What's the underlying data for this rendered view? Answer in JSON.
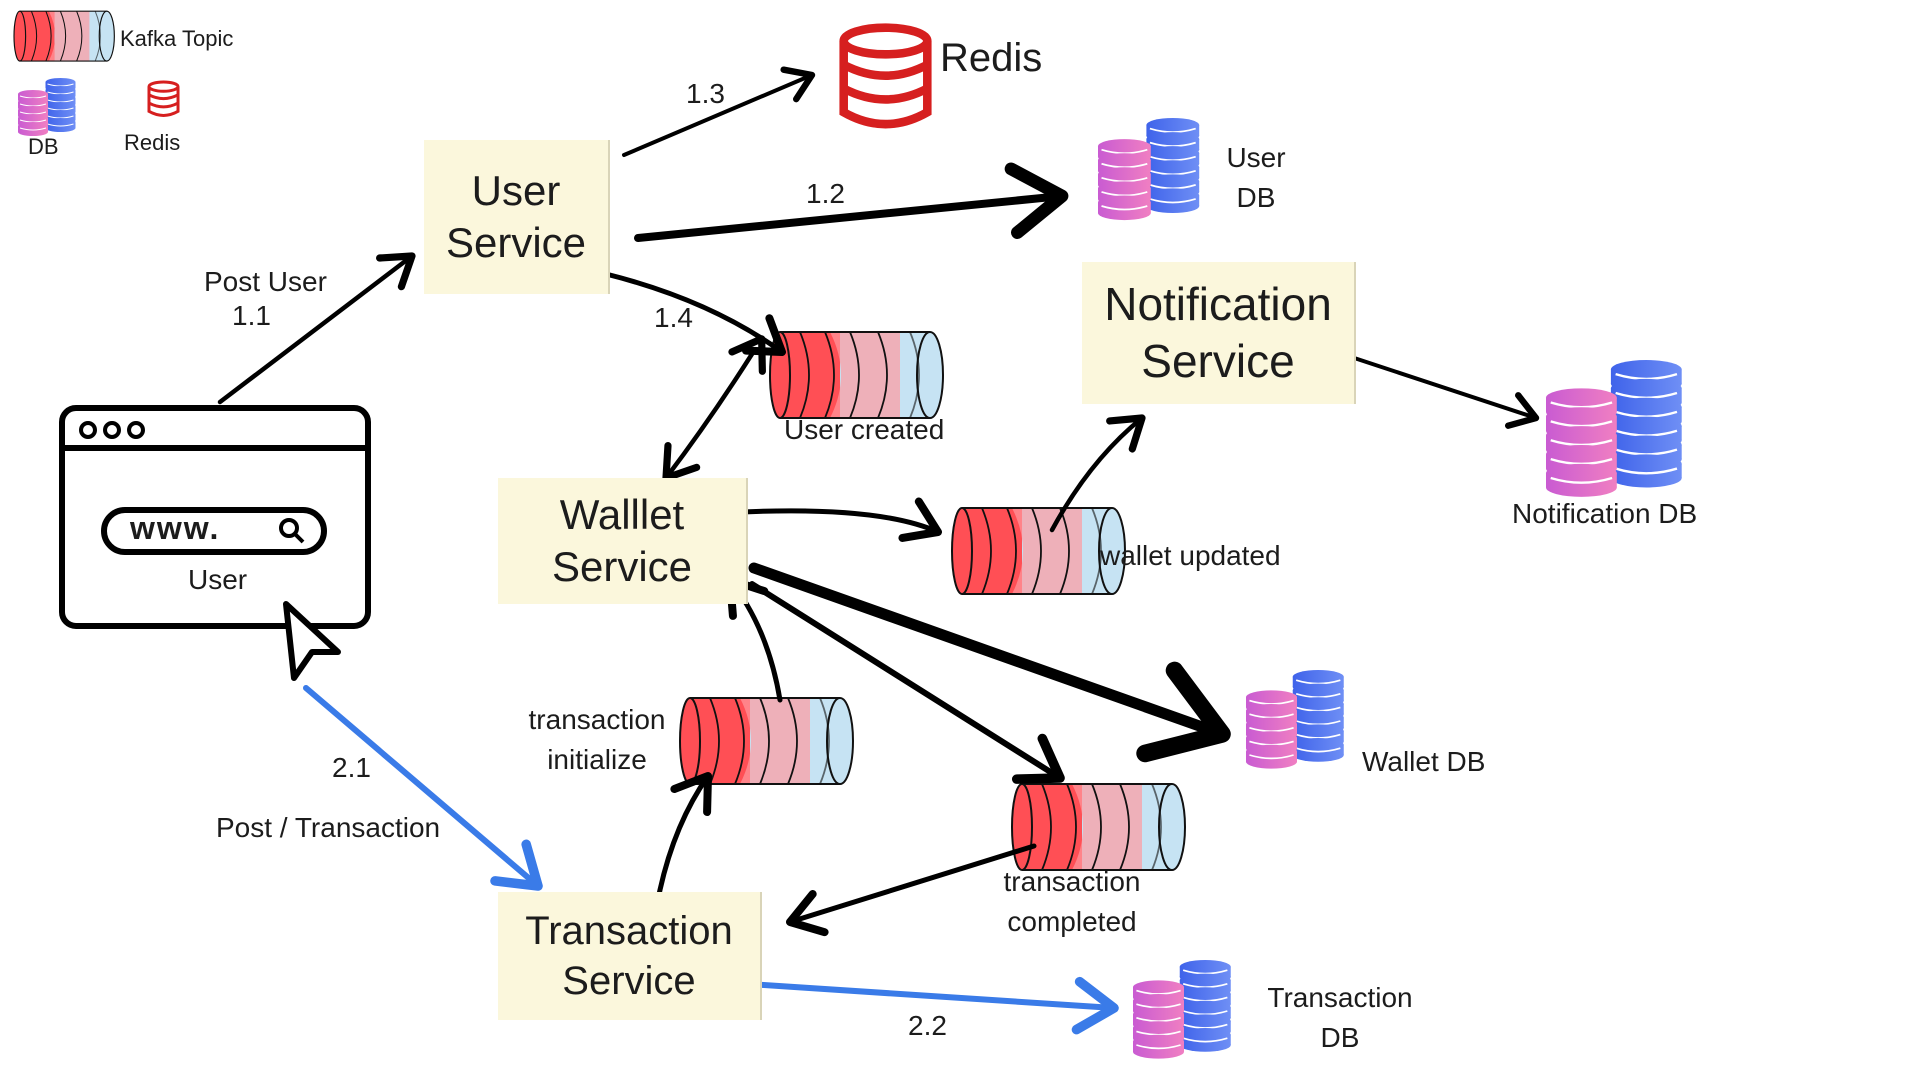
{
  "legend": {
    "kafka": "Kafka Topic",
    "db": "DB",
    "redis": "Redis"
  },
  "services": {
    "user": [
      "User",
      "Service"
    ],
    "wallet": [
      "Walllet",
      "Service"
    ],
    "notification": [
      "Notification",
      "Service"
    ],
    "transaction": [
      "Transaction",
      "Service"
    ]
  },
  "stores": {
    "redis": "Redis",
    "user_db": [
      "User",
      "DB"
    ],
    "notification_db": "Notification DB",
    "wallet_db": "Wallet DB",
    "transaction_db": [
      "Transaction",
      "DB"
    ]
  },
  "topics": {
    "user_created": "User created",
    "wallet_updated": "wallet updated",
    "transaction_initialize": [
      "transaction",
      "initialize"
    ],
    "transaction_completed": [
      "transaction",
      "completed"
    ]
  },
  "client": {
    "url_text": "www.",
    "label": "User"
  },
  "edges": {
    "post_user": "Post User",
    "e1_1": "1.1",
    "e1_2": "1.2",
    "e1_3": "1.3",
    "e1_4": "1.4",
    "e2_1": "2.1",
    "post_transaction": "Post / Transaction",
    "e2_2": "2.2"
  },
  "colors": {
    "service_bg": "#fbf7dc",
    "kafka_red": "#ff4f55",
    "kafka_cap": "#c6e3f3",
    "redis_red": "#d61f1f",
    "db_pink": "#d36ad6",
    "db_blue": "#4d72f0",
    "flow_blue": "#3a7be8",
    "flow_black": "#000000"
  }
}
